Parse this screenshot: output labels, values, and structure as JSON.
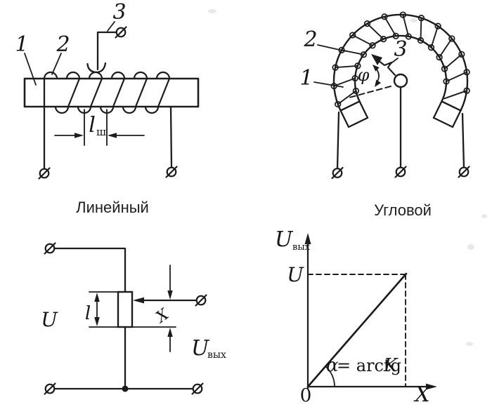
{
  "figure": {
    "linear_panel": {
      "caption": "Линейный",
      "label_core": "1",
      "label_winding": "2",
      "label_wiper": "3",
      "pitch_symbol": "l",
      "pitch_subscript": "ш"
    },
    "angular_panel": {
      "caption": "Угловой",
      "label_core": "1",
      "label_winding": "2",
      "label_wiper": "3",
      "angle_symbol": "φ"
    },
    "circuit_panel": {
      "supply_voltage": "U",
      "winding_length": "l",
      "wiper_travel": "X",
      "output_voltage": "U",
      "output_subscript": "вых"
    },
    "graph_panel": {
      "y_axis_symbol": "U",
      "y_axis_subscript": "вых",
      "reference_level": "U",
      "origin_label": "0",
      "x_axis_symbol": "X",
      "alpha_symbol": "α",
      "slope_relation": "= arctg",
      "gain_symbol": "K"
    },
    "colors": {
      "ink": "#1c1c1c",
      "paper": "#ffffff"
    }
  }
}
